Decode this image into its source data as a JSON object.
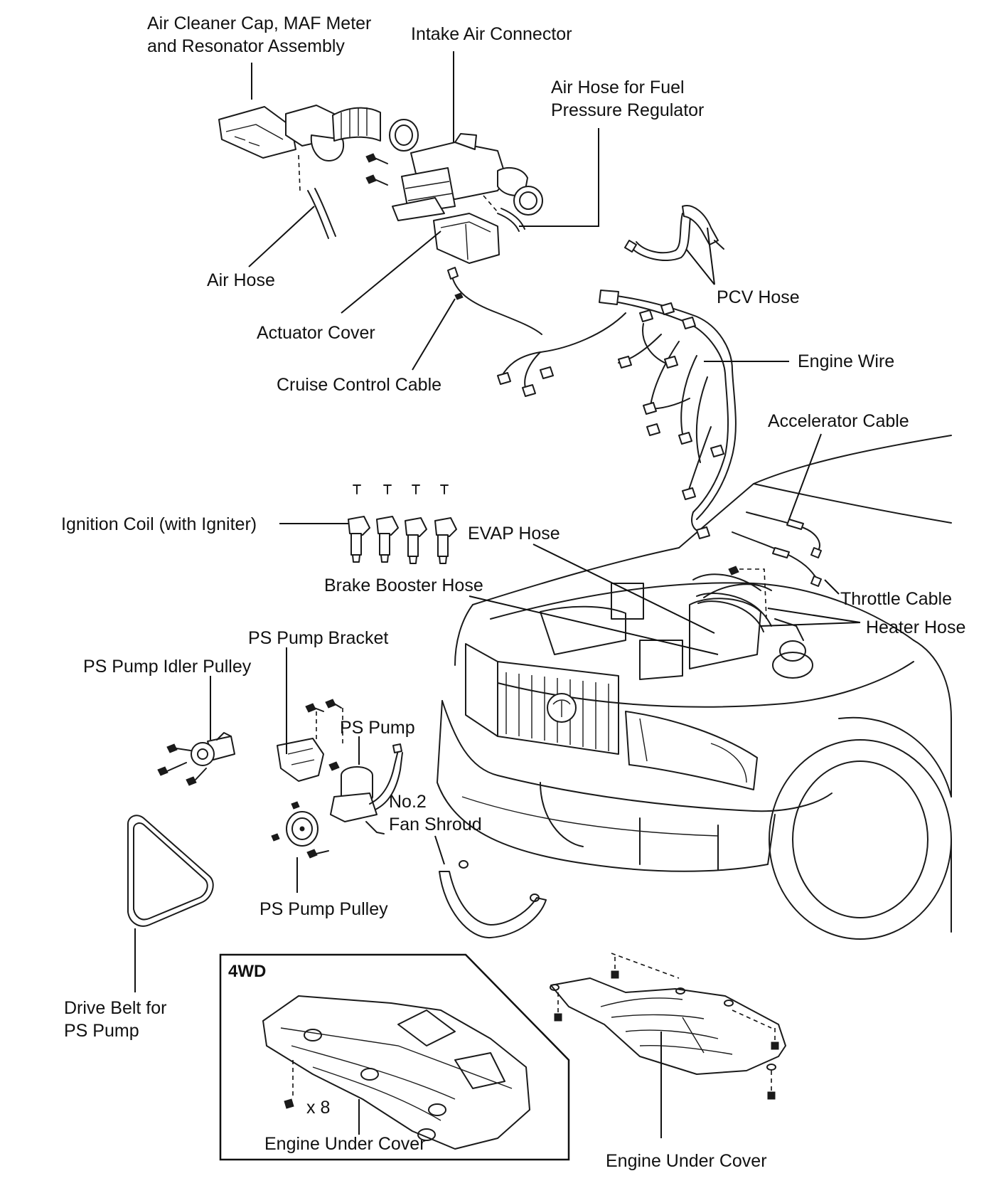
{
  "labels": {
    "air_cleaner_line1": "Air Cleaner Cap, MAF Meter",
    "air_cleaner_line2": "and Resonator Assembly",
    "intake_air_connector": "Intake Air Connector",
    "air_hose_fpr_line1": "Air Hose for Fuel",
    "air_hose_fpr_line2": "Pressure Regulator",
    "air_hose": "Air Hose",
    "actuator_cover": "Actuator Cover",
    "cruise_control_cable": "Cruise Control Cable",
    "pcv_hose": "PCV Hose",
    "engine_wire": "Engine Wire",
    "accelerator_cable": "Accelerator Cable",
    "ignition_coil": "Ignition Coil (with Igniter)",
    "evap_hose": "EVAP Hose",
    "brake_booster_hose": "Brake Booster Hose",
    "throttle_cable": "Throttle Cable",
    "heater_hose": "Heater Hose",
    "ps_pump_bracket": "PS Pump Bracket",
    "ps_pump_idler_pulley": "PS Pump Idler Pulley",
    "ps_pump": "PS Pump",
    "no2_fan_shroud_line1": "No.2",
    "no2_fan_shroud_line2": "Fan Shroud",
    "ps_pump_pulley": "PS Pump Pulley",
    "drive_belt_line1": "Drive Belt for",
    "drive_belt_line2": "PS Pump",
    "inset_title": "4WD",
    "bolt_count": "x 8",
    "engine_under_cover_4wd": "Engine Under Cover",
    "engine_under_cover": "Engine Under Cover"
  }
}
